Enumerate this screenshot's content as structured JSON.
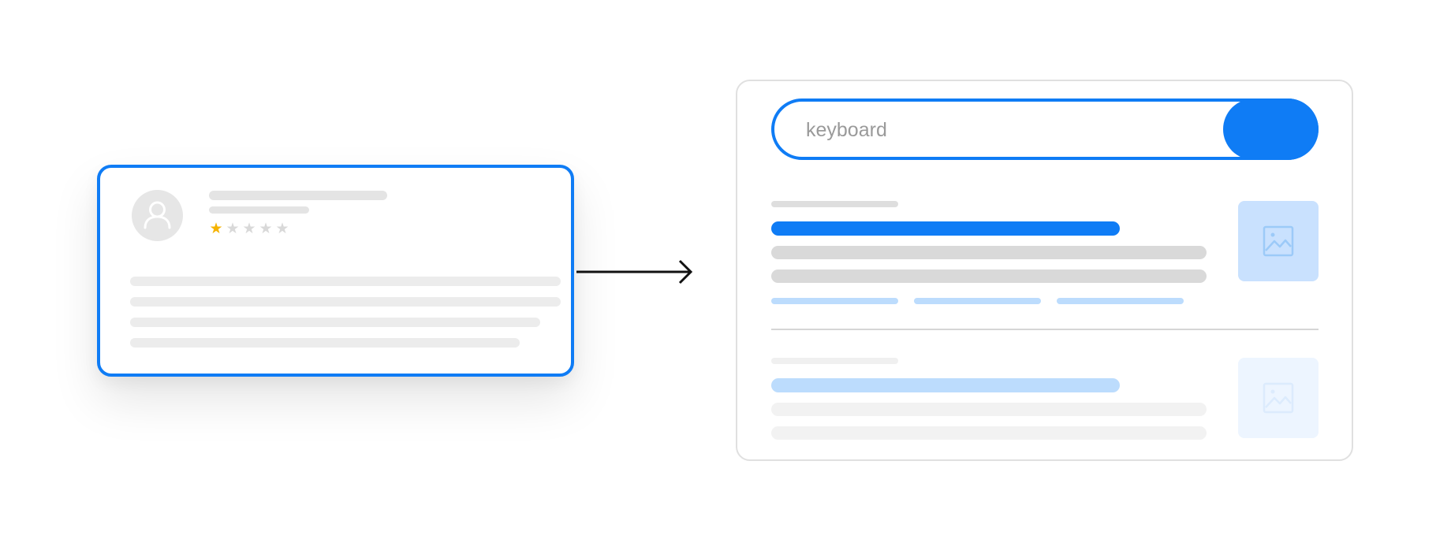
{
  "search": {
    "query": "keyboard"
  },
  "review": {
    "rating": 1,
    "max_rating": 5
  },
  "colors": {
    "accent": "#0f7cf5",
    "star_filled": "#f5b301",
    "star_empty": "#d9d9d9",
    "placeholder_bar": "#ececec",
    "result_bar": "#d9d9d9",
    "result_link_light": "#bcdcfd",
    "thumb": "#c9e1fe",
    "thumb_faded": "#edf5ff"
  },
  "icons": {
    "avatar": "user-icon",
    "thumbnail": "image-icon",
    "arrow": "arrow-right-icon",
    "star": "star-icon"
  }
}
